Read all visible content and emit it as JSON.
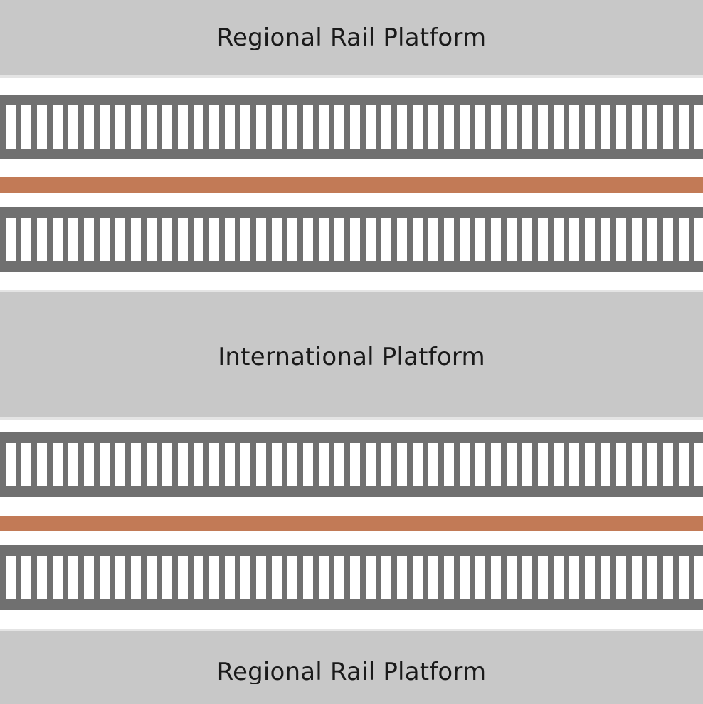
{
  "platforms": {
    "top": "Regional Rail Platform",
    "middle": "International Platform",
    "bottom": "Regional Rail Platform"
  },
  "colors": {
    "platform": "#c8c8c8",
    "rail": "#707070",
    "tie_gap": "#ffffff",
    "divider": "#c27a56",
    "background": "#ffffff"
  }
}
